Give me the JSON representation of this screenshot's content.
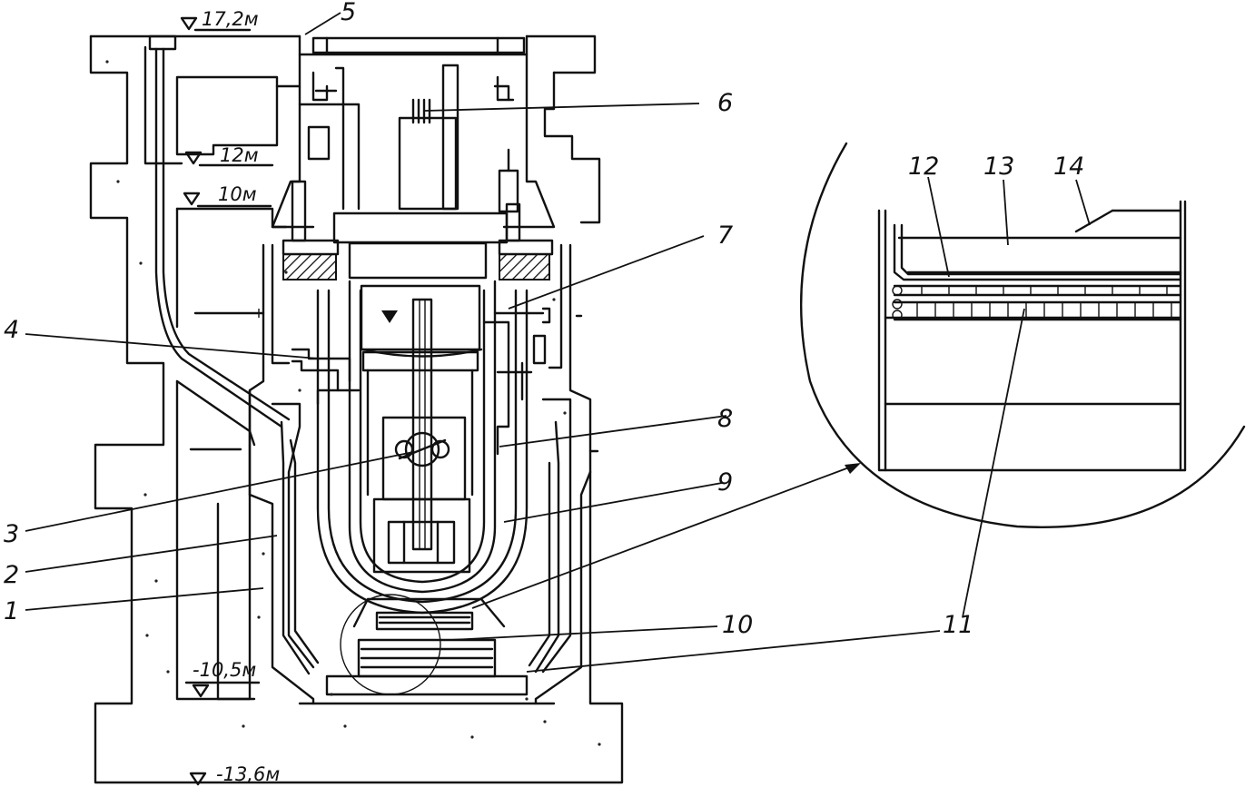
{
  "levels": {
    "top": "17,2м",
    "l12": "12м",
    "l10": "10м",
    "lm105": "-10,5м",
    "lm136": "-13,6м"
  },
  "labels": {
    "n1": "1",
    "n2": "2",
    "n3": "3",
    "n4": "4",
    "n5": "5",
    "n6": "6",
    "n7": "7",
    "n8": "8",
    "n9": "9",
    "n10": "10",
    "n11": "11",
    "n12": "12",
    "n13": "13",
    "n14": "14"
  },
  "colors": {
    "ink": "#111111",
    "paper": "#ffffff"
  }
}
